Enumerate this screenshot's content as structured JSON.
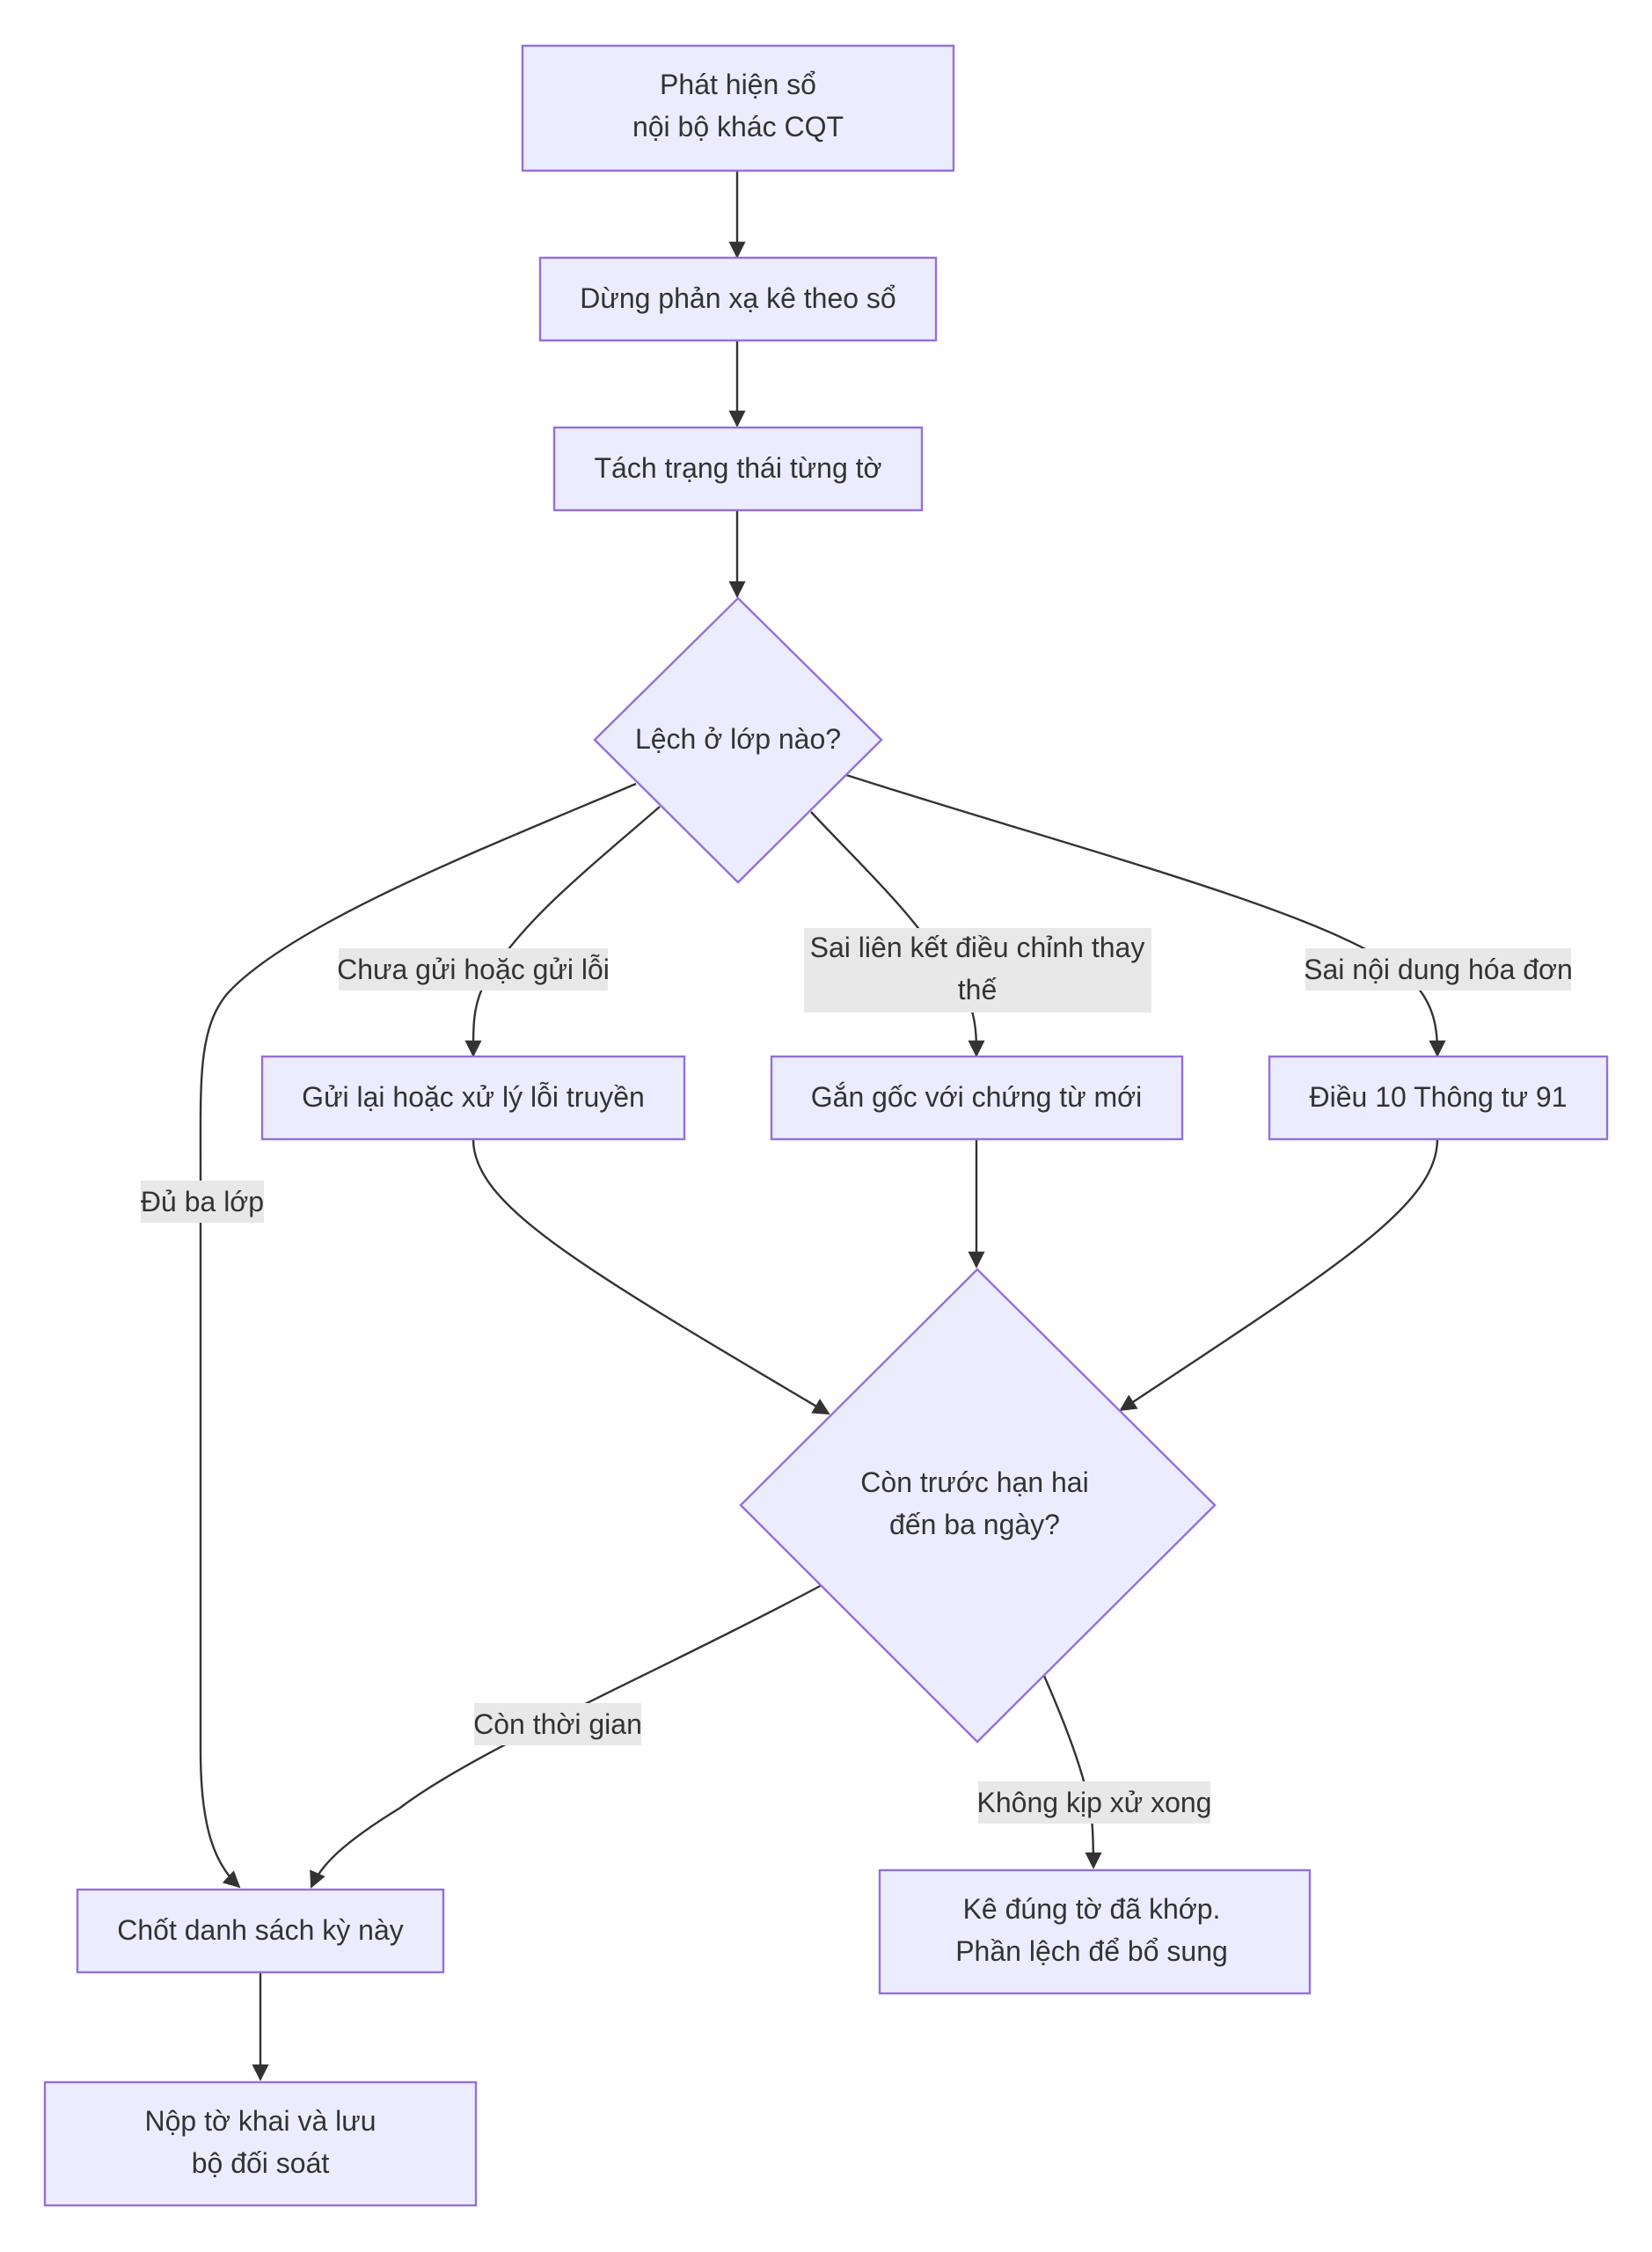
{
  "nodes": {
    "n1": "Phát hiện sổ nội bộ khác CQT",
    "n2": "Dừng phản xạ kê theo sổ",
    "n3": "Tách trạng thái từng tờ",
    "d1": "Lệch ở lớp nào?",
    "n4": "Gửi lại hoặc xử lý lỗi truyền",
    "n5": "Gắn gốc với chứng từ mới",
    "n6": "Điều 10 Thông tư 91",
    "d2": "Còn trước hạn hai đến ba ngày?",
    "n7": "Chốt danh sách kỳ này",
    "n8": "Kê đúng tờ đã khớp. Phần lệch để bổ sung",
    "n9": "Nộp tờ khai và lưu bộ đối soát"
  },
  "edge_labels": {
    "e_d1_n4": "Chưa gửi hoặc gửi lỗi",
    "e_d1_n5": "Sai liên kết điều chỉnh thay thế",
    "e_d1_n6": "Sai nội dung hóa đơn",
    "e_d1_n7": "Đủ ba lớp",
    "e_d2_n7": "Còn thời gian",
    "e_d2_n8": "Không kịp xử xong"
  },
  "colors": {
    "node_fill": "#ECECFF",
    "node_stroke": "#9370DB",
    "edge": "#333333",
    "label_bg": "#E8E8E8",
    "text": "#333333"
  }
}
